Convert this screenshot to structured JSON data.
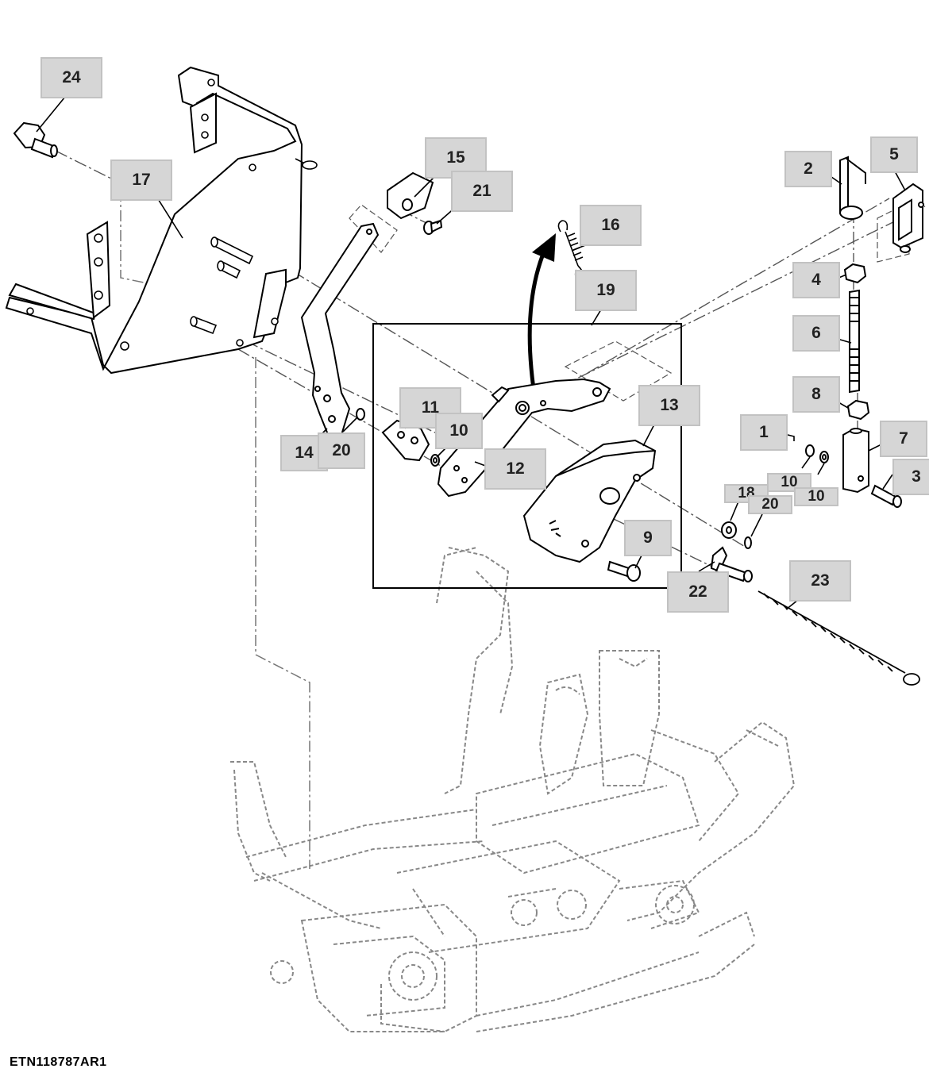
{
  "figure_id": "ETN118787AR1",
  "callouts": [
    {
      "key": "c24",
      "label": "24"
    },
    {
      "key": "c17",
      "label": "17"
    },
    {
      "key": "c15",
      "label": "15"
    },
    {
      "key": "c21",
      "label": "21"
    },
    {
      "key": "c16",
      "label": "16"
    },
    {
      "key": "c19",
      "label": "19"
    },
    {
      "key": "c11",
      "label": "11"
    },
    {
      "key": "c10a",
      "label": "10"
    },
    {
      "key": "c12",
      "label": "12"
    },
    {
      "key": "c13",
      "label": "13"
    },
    {
      "key": "c14",
      "label": "14"
    },
    {
      "key": "c20a",
      "label": "20"
    },
    {
      "key": "c9",
      "label": "9"
    },
    {
      "key": "c22",
      "label": "22"
    },
    {
      "key": "c23",
      "label": "23"
    },
    {
      "key": "c2",
      "label": "2"
    },
    {
      "key": "c5",
      "label": "5"
    },
    {
      "key": "c4",
      "label": "4"
    },
    {
      "key": "c6",
      "label": "6"
    },
    {
      "key": "c8",
      "label": "8"
    },
    {
      "key": "c1",
      "label": "1"
    },
    {
      "key": "c7",
      "label": "7"
    },
    {
      "key": "c3",
      "label": "3"
    },
    {
      "key": "c18",
      "label": "18"
    },
    {
      "key": "c20b",
      "label": "20"
    },
    {
      "key": "c10b",
      "label": "10"
    },
    {
      "key": "c10c",
      "label": "10"
    }
  ]
}
